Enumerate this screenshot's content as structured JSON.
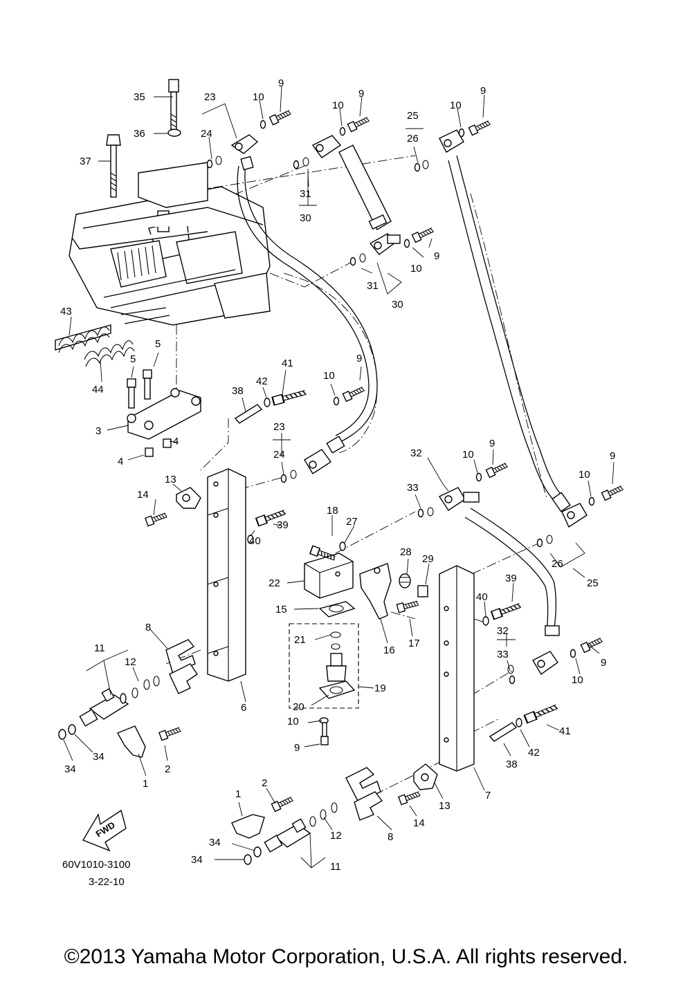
{
  "diagram": {
    "drawing_number": "60V1010-3100",
    "date": "3-22-10",
    "fwd_label": "FWD",
    "callouts": [
      {
        "id": "c1",
        "text": "35"
      },
      {
        "id": "c2",
        "text": "23"
      },
      {
        "id": "c3",
        "text": "10"
      },
      {
        "id": "c4",
        "text": "9"
      },
      {
        "id": "c5",
        "text": "36"
      },
      {
        "id": "c6",
        "text": "24"
      },
      {
        "id": "c7",
        "text": "10"
      },
      {
        "id": "c8",
        "text": "9"
      },
      {
        "id": "c9",
        "text": "25"
      },
      {
        "id": "c10",
        "text": "26"
      },
      {
        "id": "c11",
        "text": "10"
      },
      {
        "id": "c12",
        "text": "9"
      },
      {
        "id": "c13",
        "text": "37"
      },
      {
        "id": "c14",
        "text": "31"
      },
      {
        "id": "c15",
        "text": "30"
      },
      {
        "id": "c16",
        "text": "9"
      },
      {
        "id": "c17",
        "text": "10"
      },
      {
        "id": "c18",
        "text": "31"
      },
      {
        "id": "c19",
        "text": "30"
      },
      {
        "id": "c20",
        "text": "43"
      },
      {
        "id": "c21",
        "text": "44"
      },
      {
        "id": "c22",
        "text": "5"
      },
      {
        "id": "c23",
        "text": "5"
      },
      {
        "id": "c24",
        "text": "3"
      },
      {
        "id": "c25",
        "text": "4"
      },
      {
        "id": "c26",
        "text": "4"
      },
      {
        "id": "c27",
        "text": "41"
      },
      {
        "id": "c28",
        "text": "9"
      },
      {
        "id": "c29",
        "text": "42"
      },
      {
        "id": "c30",
        "text": "10"
      },
      {
        "id": "c31",
        "text": "38"
      },
      {
        "id": "c32",
        "text": "23"
      },
      {
        "id": "c33",
        "text": "24"
      },
      {
        "id": "c34",
        "text": "13"
      },
      {
        "id": "c35",
        "text": "14"
      },
      {
        "id": "c36",
        "text": "39"
      },
      {
        "id": "c37",
        "text": "40"
      },
      {
        "id": "c38",
        "text": "32"
      },
      {
        "id": "c39",
        "text": "10"
      },
      {
        "id": "c40",
        "text": "9"
      },
      {
        "id": "c41",
        "text": "33"
      },
      {
        "id": "c42",
        "text": "9"
      },
      {
        "id": "c43",
        "text": "10"
      },
      {
        "id": "c44",
        "text": "18"
      },
      {
        "id": "c45",
        "text": "27"
      },
      {
        "id": "c46",
        "text": "28"
      },
      {
        "id": "c47",
        "text": "29"
      },
      {
        "id": "c48",
        "text": "26"
      },
      {
        "id": "c49",
        "text": "25"
      },
      {
        "id": "c50",
        "text": "22"
      },
      {
        "id": "c51",
        "text": "15"
      },
      {
        "id": "c52",
        "text": "16"
      },
      {
        "id": "c53",
        "text": "17"
      },
      {
        "id": "c54",
        "text": "39"
      },
      {
        "id": "c55",
        "text": "40"
      },
      {
        "id": "c56",
        "text": "8"
      },
      {
        "id": "c57",
        "text": "21"
      },
      {
        "id": "c58",
        "text": "32"
      },
      {
        "id": "c59",
        "text": "33"
      },
      {
        "id": "c60",
        "text": "9"
      },
      {
        "id": "c61",
        "text": "10"
      },
      {
        "id": "c62",
        "text": "11"
      },
      {
        "id": "c63",
        "text": "12"
      },
      {
        "id": "c64",
        "text": "19"
      },
      {
        "id": "c65",
        "text": "20"
      },
      {
        "id": "c66",
        "text": "6"
      },
      {
        "id": "c67",
        "text": "41"
      },
      {
        "id": "c68",
        "text": "10"
      },
      {
        "id": "c69",
        "text": "34"
      },
      {
        "id": "c70",
        "text": "34"
      },
      {
        "id": "c71",
        "text": "2"
      },
      {
        "id": "c72",
        "text": "9"
      },
      {
        "id": "c73",
        "text": "42"
      },
      {
        "id": "c74",
        "text": "38"
      },
      {
        "id": "c75",
        "text": "1"
      },
      {
        "id": "c76",
        "text": "7"
      },
      {
        "id": "c77",
        "text": "1"
      },
      {
        "id": "c78",
        "text": "2"
      },
      {
        "id": "c79",
        "text": "13"
      },
      {
        "id": "c80",
        "text": "14"
      },
      {
        "id": "c81",
        "text": "8"
      },
      {
        "id": "c82",
        "text": "34"
      },
      {
        "id": "c83",
        "text": "12"
      },
      {
        "id": "c84",
        "text": "34"
      },
      {
        "id": "c85",
        "text": "11"
      }
    ]
  },
  "footer": {
    "copyright": "©2013 Yamaha Motor Corporation, U.S.A. All rights reserved."
  }
}
